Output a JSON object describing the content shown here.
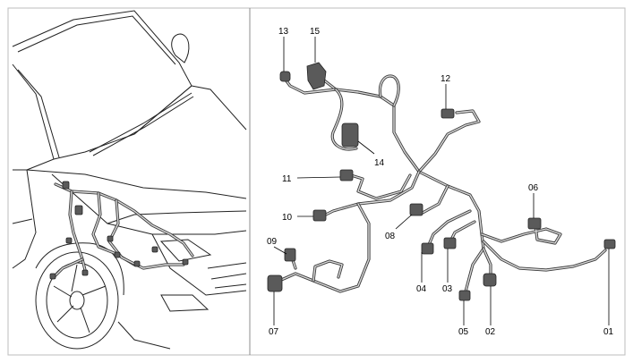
{
  "diagram": {
    "left_panel": "vehicle-front-with-harness",
    "right_panel": "wiring-harness-exploded",
    "callouts": [
      {
        "id": "13",
        "text": "13"
      },
      {
        "id": "15",
        "text": "15"
      },
      {
        "id": "12",
        "text": "12"
      },
      {
        "id": "14",
        "text": "14"
      },
      {
        "id": "11",
        "text": "11"
      },
      {
        "id": "10",
        "text": "10"
      },
      {
        "id": "06",
        "text": "06"
      },
      {
        "id": "08",
        "text": "08"
      },
      {
        "id": "09",
        "text": "09"
      },
      {
        "id": "04",
        "text": "04"
      },
      {
        "id": "03",
        "text": "03"
      },
      {
        "id": "07",
        "text": "07"
      },
      {
        "id": "05",
        "text": "05"
      },
      {
        "id": "02",
        "text": "02"
      },
      {
        "id": "01",
        "text": "01"
      }
    ]
  },
  "colors": {
    "line": "#000000",
    "harness": "#3a3a3a",
    "connector": "#5a5a5a",
    "border": "#bdbdbd"
  }
}
